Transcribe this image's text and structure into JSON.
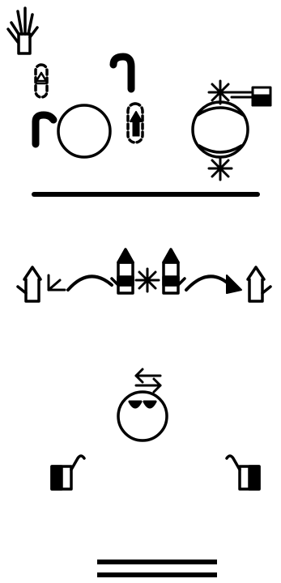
{
  "document": {
    "kind": "sign-notation-column",
    "signs": [
      {
        "id": "sign-1",
        "symbols": [
          "hand-open-fingers-icon",
          "movement-arrow-icon",
          "head-circle-icon",
          "face-circle-icon",
          "contact-star-icon"
        ]
      },
      {
        "id": "sign-2",
        "symbols": [
          "hand-icon",
          "curved-arrow-icon",
          "contact-star-icon"
        ]
      },
      {
        "id": "sign-3",
        "symbols": [
          "head-circle-icon",
          "eyes-icon",
          "double-arrow-icon",
          "hand-icon"
        ]
      }
    ],
    "colors": {
      "ink": "#000000",
      "paper": "#ffffff"
    }
  }
}
